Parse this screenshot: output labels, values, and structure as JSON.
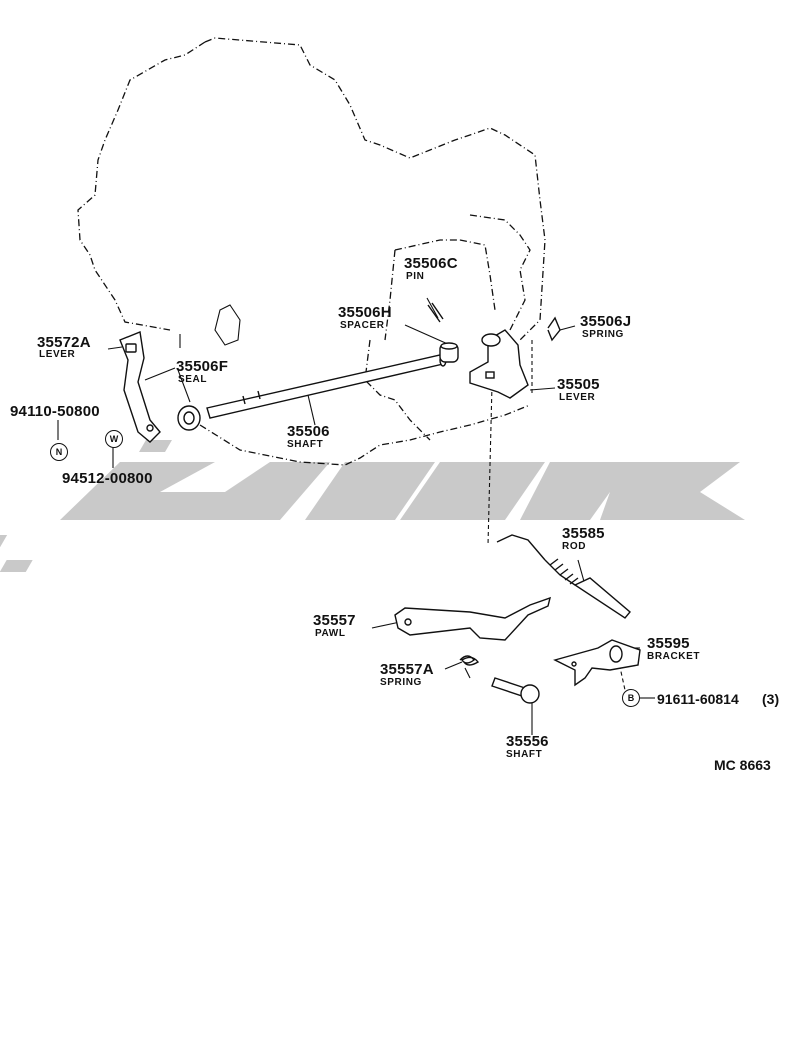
{
  "parts": [
    {
      "number": "35506C",
      "name": "PIN"
    },
    {
      "number": "35506H",
      "name": "SPACER"
    },
    {
      "number": "35506J",
      "name": "SPRING"
    },
    {
      "number": "35572A",
      "name": "LEVER"
    },
    {
      "number": "35506F",
      "name": "SEAL"
    },
    {
      "number": "35505",
      "name": "LEVER"
    },
    {
      "number": "35506",
      "name": "SHAFT"
    },
    {
      "number": "35585",
      "name": "ROD"
    },
    {
      "number": "35595",
      "name": "BRACKET"
    },
    {
      "number": "35557",
      "name": "PAWL"
    },
    {
      "number": "35557A",
      "name": "SPRING"
    },
    {
      "number": "35556",
      "name": "SHAFT"
    }
  ],
  "fasteners": [
    {
      "number": "94110-50800",
      "symbol": "N"
    },
    {
      "number": "94512-00800",
      "symbol": "W"
    },
    {
      "number": "91611-60814",
      "symbol": "B",
      "qty": "(3)"
    }
  ],
  "drawing_code": "MC 8663",
  "watermark_color": "#c8c8c8"
}
